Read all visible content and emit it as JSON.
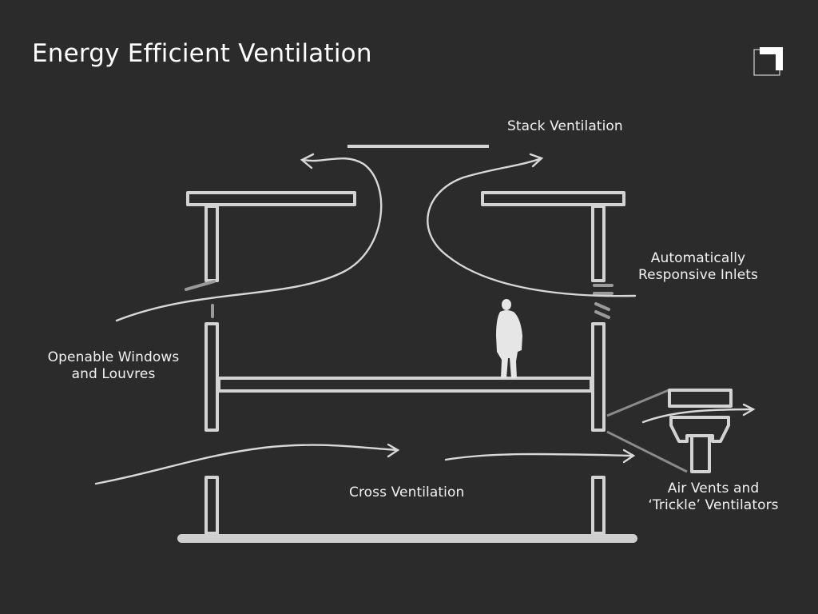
{
  "title": "Energy Efficient Ventilation",
  "labels": {
    "stack_ventilation": "Stack Ventilation",
    "responsive_inlets_line1": "Automatically",
    "responsive_inlets_line2": "Responsive Inlets",
    "openable_windows_line1": "Openable Windows",
    "openable_windows_line2": "and Louvres",
    "cross_ventilation": "Cross Ventilation",
    "air_vents_line1": "Air Vents and",
    "air_vents_line2": "‘Trickle’ Ventilators"
  },
  "icons": {
    "corner_logo": "corner-bracket-icon",
    "person": "person-silhouette-icon",
    "arrowhead": "arrowhead-icon"
  },
  "colors": {
    "background": "#2b2b2b",
    "structure": "#d3d3d3",
    "flow": "#d8d8d8",
    "text": "#f2f2f2",
    "accent_grey": "#8a8a8a"
  }
}
